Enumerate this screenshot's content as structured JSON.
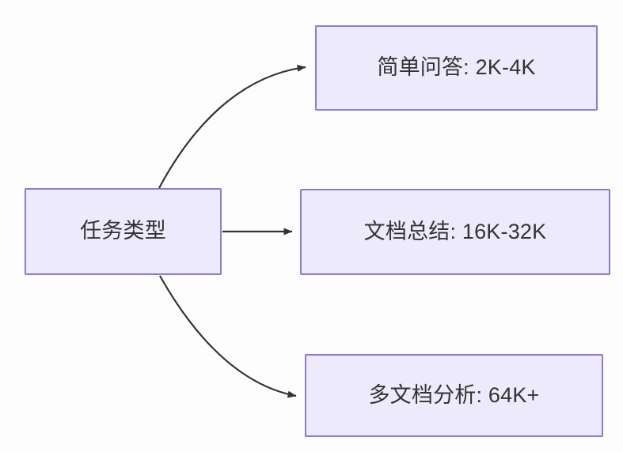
{
  "diagram": {
    "type": "flowchart",
    "direction": "left-to-right",
    "background_color": "#fdfdfd",
    "node_fill_color": "#eceafb",
    "node_border_color": "#9277d4",
    "node_text_color": "#333333",
    "edge_color": "#333333",
    "source": {
      "id": "source",
      "label": "任务类型"
    },
    "targets": [
      {
        "id": "t1",
        "label": "简单问答: 2K-4K",
        "task": "简单问答",
        "range": "2K-4K"
      },
      {
        "id": "t2",
        "label": "文档总结: 16K-32K",
        "task": "文档总结",
        "range": "16K-32K"
      },
      {
        "id": "t3",
        "label": "多文档分析: 64K+",
        "task": "多文档分析",
        "range": "64K+"
      }
    ],
    "edges": [
      {
        "from": "source",
        "to": "t1",
        "style": "curved",
        "label": ""
      },
      {
        "from": "source",
        "to": "t2",
        "style": "straight",
        "label": ""
      },
      {
        "from": "source",
        "to": "t3",
        "style": "curved",
        "label": ""
      }
    ]
  }
}
